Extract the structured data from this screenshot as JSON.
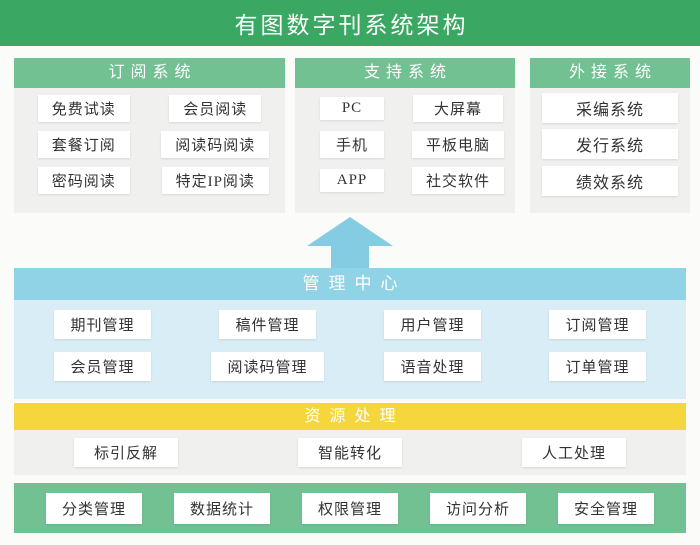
{
  "title": "有图数字刊系统架构",
  "colors": {
    "green_dark": "#3aa863",
    "green_light": "#72c193",
    "blue_bar": "#90d2e6",
    "blue_arrow": "#84cce1",
    "blue_panel": "#d9edf6",
    "yellow": "#f5d63c",
    "panel_gray": "#f0f0ee",
    "page_bg": "#fbfbf9",
    "text": "#333333"
  },
  "top_panels": [
    {
      "header": "订阅系统",
      "items": [
        "免费试读",
        "会员阅读",
        "套餐订阅",
        "阅读码阅读",
        "密码阅读",
        "特定IP阅读"
      ]
    },
    {
      "header": "支持系统",
      "items": [
        "PC",
        "大屏幕",
        "手机",
        "平板电脑",
        "APP",
        "社交软件"
      ]
    },
    {
      "header": "外接系统",
      "items": [
        "采编系统",
        "发行系统",
        "绩效系统"
      ]
    }
  ],
  "arrow_icon": "up-arrow",
  "management_center": {
    "header": "管理中心",
    "items": [
      "期刊管理",
      "稿件管理",
      "用户管理",
      "订阅管理",
      "会员管理",
      "阅读码管理",
      "语音处理",
      "订单管理"
    ]
  },
  "resource_processing": {
    "header": "资源处理",
    "items": [
      "标引反解",
      "智能转化",
      "人工处理"
    ]
  },
  "bottom_bar": {
    "items": [
      "分类管理",
      "数据统计",
      "权限管理",
      "访问分析",
      "安全管理"
    ]
  }
}
